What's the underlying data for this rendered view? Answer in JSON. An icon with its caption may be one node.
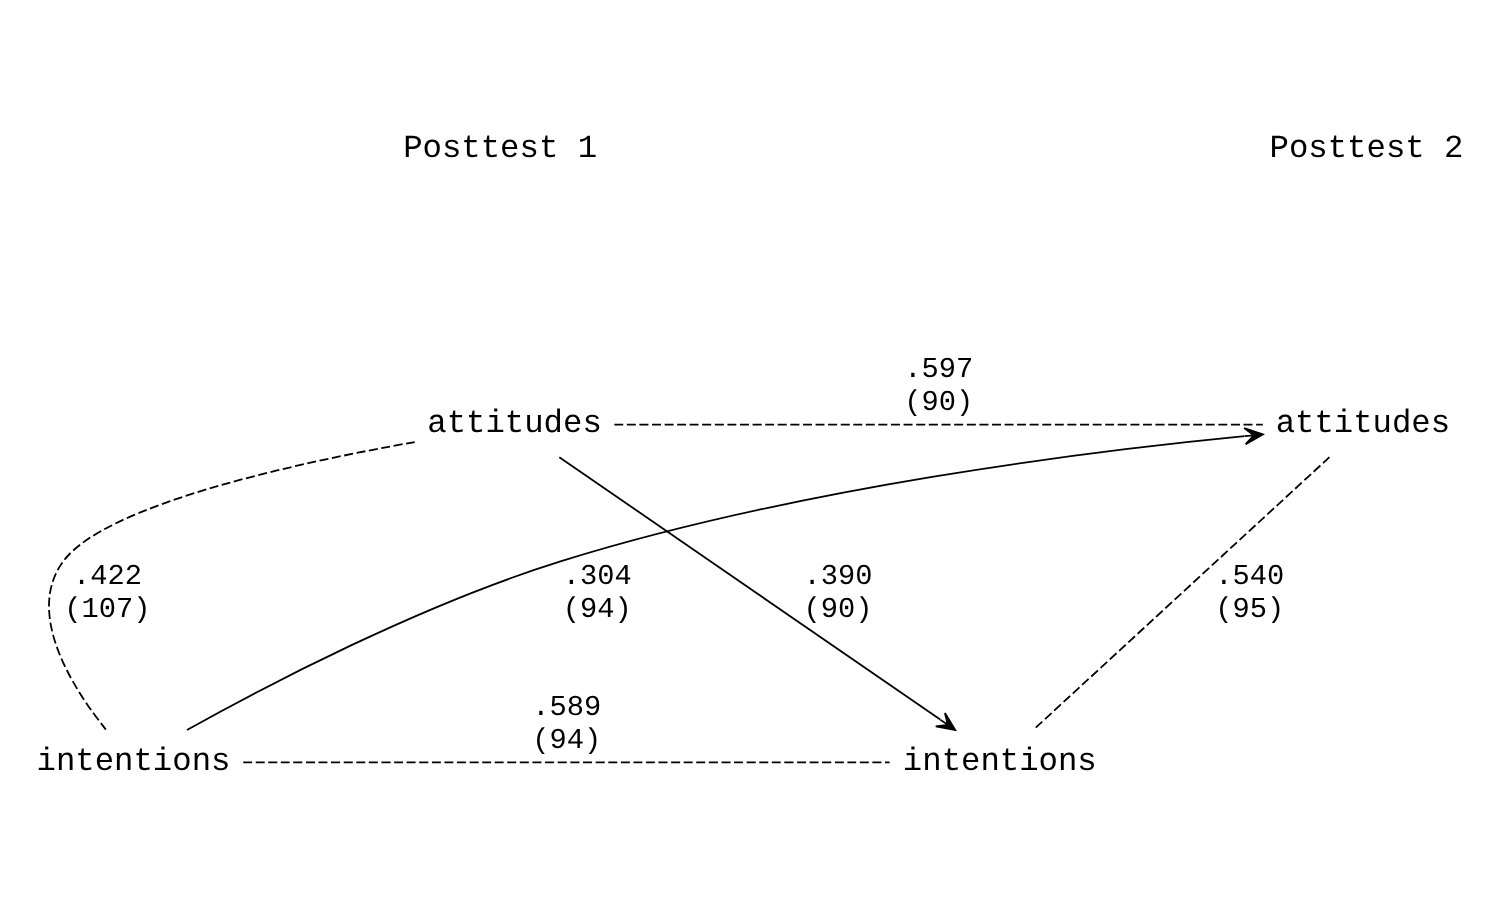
{
  "diagram": {
    "nodes": [
      {
        "text": [
          "attitudes"
        ]
      },
      {
        "text": [
          "attitudes"
        ]
      },
      {
        "text": [
          "intentions"
        ]
      },
      {
        "text": [
          "intentions"
        ]
      }
    ],
    "edges": [
      {
        "from": 0,
        "to": 1,
        "arrow": "none",
        "style": "dashed",
        "label": ".597 (90)"
      },
      {
        "from": 0,
        "to": 2,
        "arrow": "none",
        "style": "dashed",
        "label": ".422 (107)"
      },
      {
        "from": 1,
        "to": 3,
        "arrow": "none",
        "style": "dashed",
        "label": ".540 (95)"
      },
      {
        "from": 0,
        "to": 3,
        "arrow": "to",
        "label": ".390 (90)"
      },
      {
        "from": 2,
        "to": 1,
        "arrow": "to",
        "label": ".304 (94)"
      },
      {
        "from": 2,
        "to": 3,
        "arrow": "none",
        "style": "dashed",
        "label": ".589 (94)"
      }
    ],
    "labels": [
      "Posttest 1",
      "Posttest 2"
    ]
  }
}
